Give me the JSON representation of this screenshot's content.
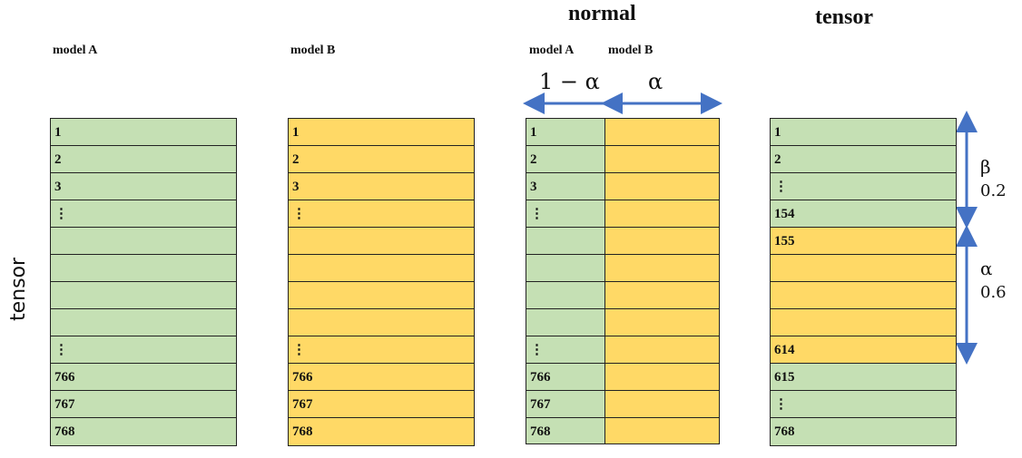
{
  "titles": {
    "normal": "normal",
    "tensor": "tensor"
  },
  "side_label": "tensor",
  "columns": {
    "model_a": {
      "label": "model A",
      "rows": [
        "1",
        "2",
        "3",
        "⋮",
        "",
        "",
        "",
        "",
        "⋮",
        "766",
        "767",
        "768"
      ]
    },
    "model_b": {
      "label": "model B",
      "rows": [
        "1",
        "2",
        "3",
        "⋮",
        "",
        "",
        "",
        "",
        "⋮",
        "766",
        "767",
        "768"
      ]
    },
    "normal": {
      "label_a": "model A",
      "label_b": "model B",
      "left_weight": "1 − α",
      "right_weight": "α",
      "rows": [
        "1",
        "2",
        "3",
        "⋮",
        "",
        "",
        "",
        "",
        "⋮",
        "766",
        "767",
        "768"
      ]
    },
    "tensor": {
      "rows": [
        "1",
        "2",
        "⋮",
        "154",
        "155",
        "",
        "",
        "",
        "614",
        "615",
        "⋮",
        "768"
      ],
      "row_colors": [
        "green",
        "green",
        "green",
        "green",
        "yellow",
        "yellow",
        "yellow",
        "yellow",
        "yellow",
        "green",
        "green",
        "green"
      ]
    }
  },
  "annotations": {
    "beta_symbol": "β",
    "beta_value": "0.2",
    "alpha_symbol": "α",
    "alpha_value": "0.6"
  },
  "colors": {
    "green": "#c5e0b4",
    "yellow": "#ffd966",
    "arrow": "#4472c4"
  }
}
